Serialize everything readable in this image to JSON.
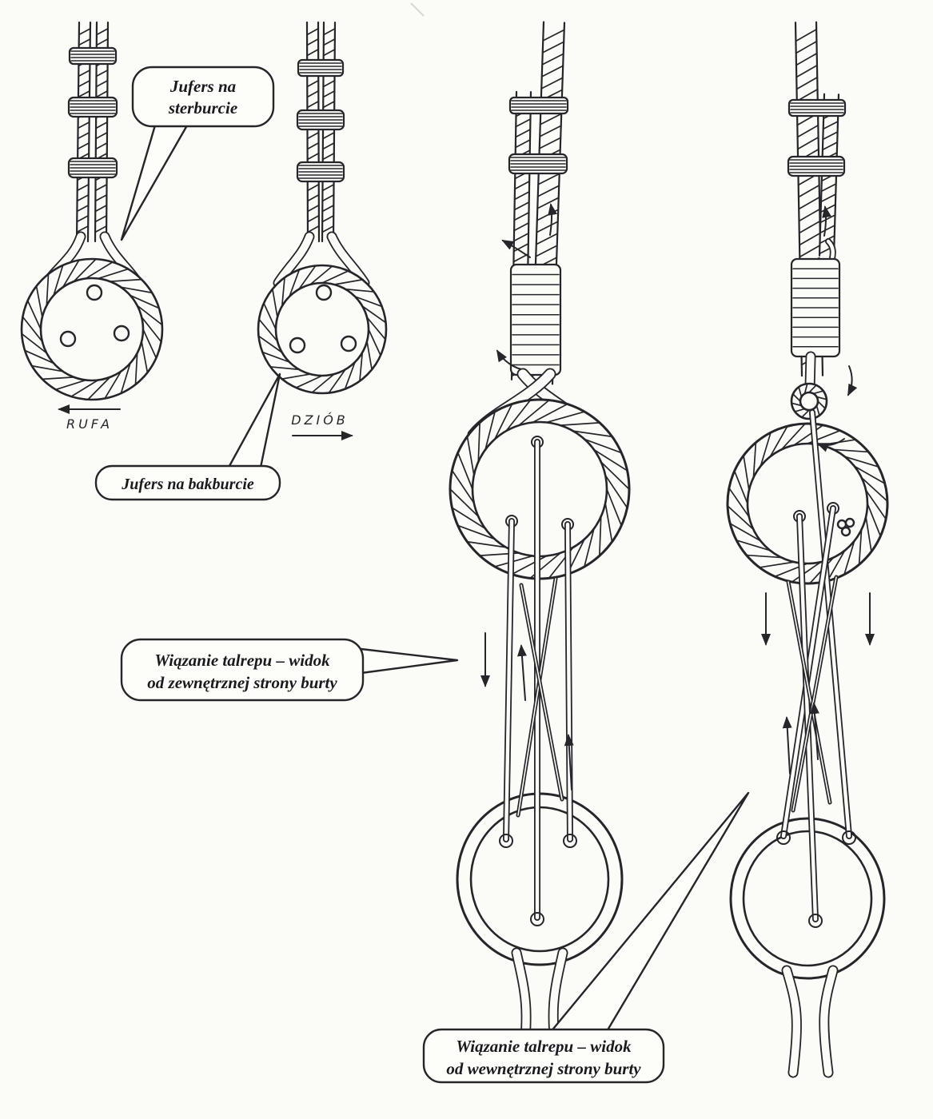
{
  "colors": {
    "paper": "#fbfbf8",
    "ink": "#26262a"
  },
  "callouts": {
    "starboard": {
      "line1": "Jufers na",
      "line2": "sterburcie"
    },
    "port": {
      "line1": "Jufers na bakburcie"
    },
    "lanyard_outer": {
      "line1": "Wiązanie talrepu – widok",
      "line2": "od zewnętrznej strony burty"
    },
    "lanyard_inner": {
      "line1": "Wiązanie talrepu – widok",
      "line2": "od wewnętrznej strony burty"
    }
  },
  "annotations": {
    "stern": "RUFA",
    "bow": "DZIÓB"
  }
}
